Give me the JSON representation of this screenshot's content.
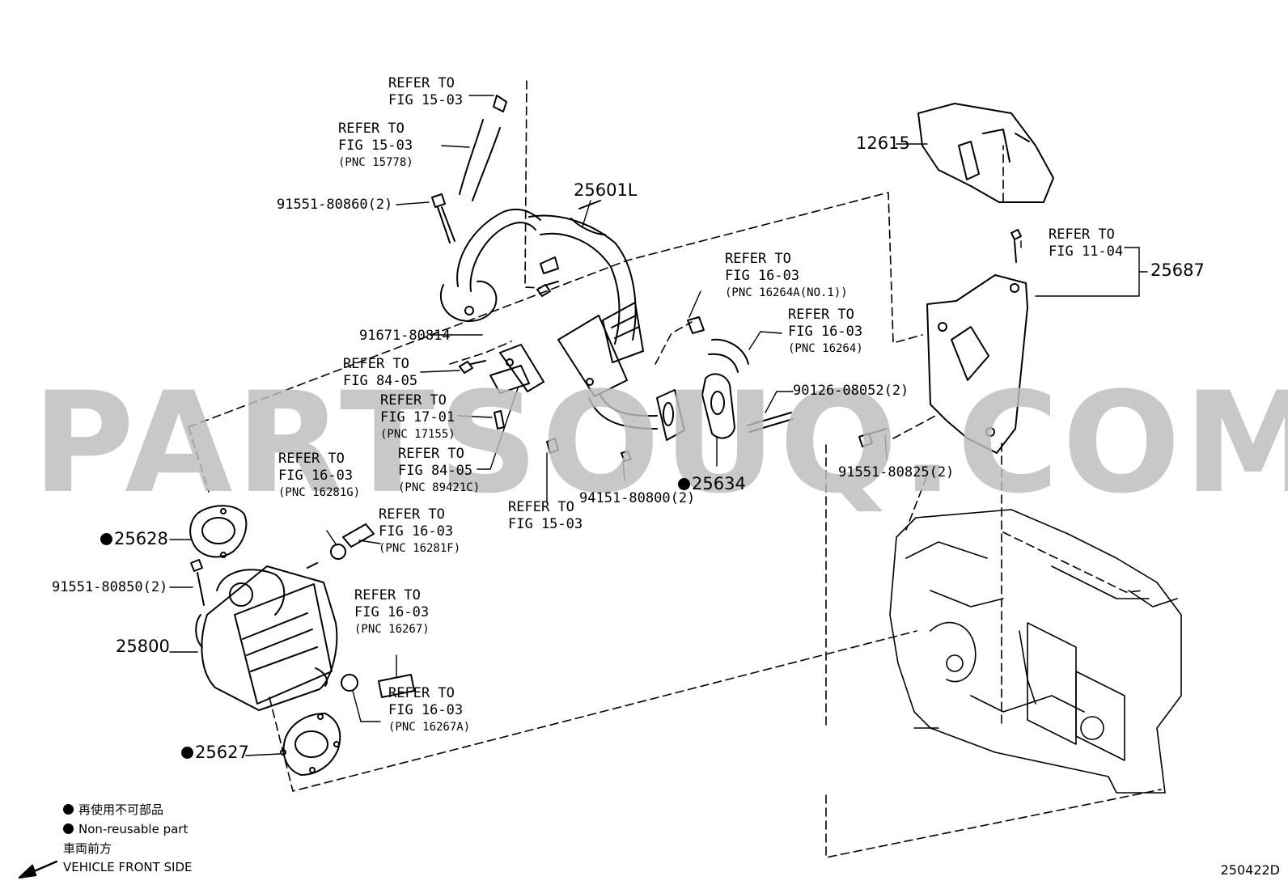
{
  "watermark": "PARTSOUQ.COM",
  "parts": {
    "p25601L": "25601L",
    "p12615": "12615",
    "p25687": "25687",
    "p25634": "25634",
    "p25628": "25628",
    "p25800": "25800",
    "p25627": "25627",
    "p91551_80860": "91551-80860(2)",
    "p91671_80814": "91671-80814",
    "p90126_08052": "90126-08052(2)",
    "p91551_80825": "91551-80825(2)",
    "p94151_80800": "94151-80800(2)",
    "p91551_80850": "91551-80850(2)"
  },
  "refs": {
    "r1": {
      "line1": "REFER TO",
      "line2": "FIG 15-03"
    },
    "r2": {
      "line1": "REFER TO",
      "line2": "FIG 15-03",
      "pnc": "(PNC 15778)"
    },
    "r3": {
      "line1": "REFER TO",
      "line2": "FIG 16-03",
      "pnc": "(PNC 16264A(NO.1))"
    },
    "r4": {
      "line1": "REFER TO",
      "line2": "FIG 16-03",
      "pnc": "(PNC 16264)"
    },
    "r5": {
      "line1": "REFER TO",
      "line2": "FIG 11-04"
    },
    "r6": {
      "line1": "REFER TO",
      "line2": "FIG 84-05"
    },
    "r7": {
      "line1": "REFER TO",
      "line2": "FIG 17-01",
      "pnc": "(PNC 17155)"
    },
    "r8": {
      "line1": "REFER TO",
      "line2": "FIG 84-05",
      "pnc": "(PNC 89421C)"
    },
    "r9": {
      "line1": "REFER TO",
      "line2": "FIG 16-03",
      "pnc": "(PNC 16281G)"
    },
    "r10": {
      "line1": "REFER TO",
      "line2": "FIG 16-03",
      "pnc": "(PNC 16281F)"
    },
    "r11": {
      "line1": "REFER TO",
      "line2": "FIG 15-03"
    },
    "r12": {
      "line1": "REFER TO",
      "line2": "FIG 16-03",
      "pnc": "(PNC 16267)"
    },
    "r13": {
      "line1": "REFER TO",
      "line2": "FIG 16-03",
      "pnc": "(PNC 16267A)"
    }
  },
  "legend": {
    "jp_nonreusable": "再使用不可部品",
    "en_nonreusable": "Non-reusable part",
    "jp_front": "車両前方",
    "en_front": "VEHICLE FRONT SIDE"
  },
  "figure_id": "250422D"
}
